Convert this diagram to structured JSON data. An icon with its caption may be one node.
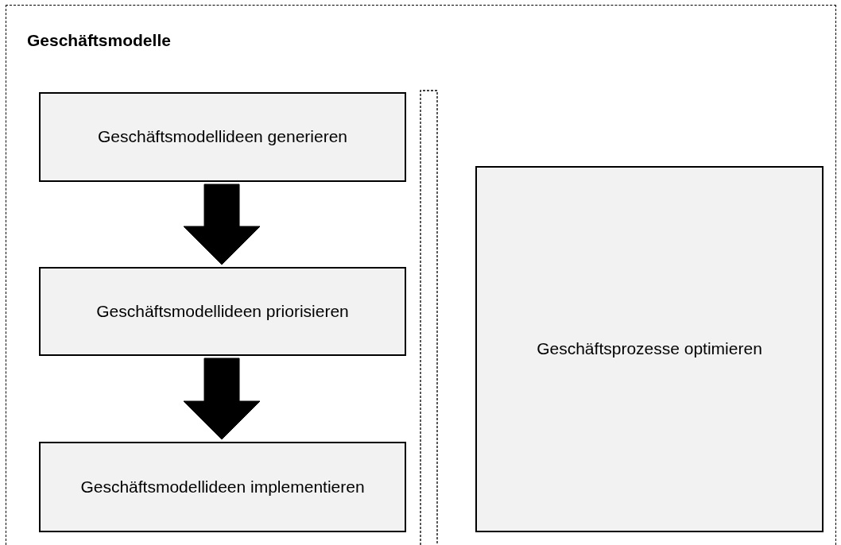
{
  "diagram": {
    "nodes": [
      {
        "text": [
          "Geschäftsmodelle"
        ]
      },
      {
        "text": [
          "Geschäftsmodellideen generieren"
        ],
        "in": 0
      },
      {
        "text": [
          "Geschäftsmodellideen priorisieren"
        ],
        "in": 0
      },
      {
        "text": [
          "Geschäftsmodellideen implementieren"
        ],
        "in": 0
      },
      {
        "text": [
          "Geschäftsprozesse optimieren"
        ],
        "in": 0
      }
    ],
    "edges": [
      {
        "from": 1,
        "to": 2,
        "arrow": "to",
        "style": "thick"
      },
      {
        "from": 2,
        "to": 3,
        "arrow": "to",
        "style": "thick"
      }
    ]
  }
}
